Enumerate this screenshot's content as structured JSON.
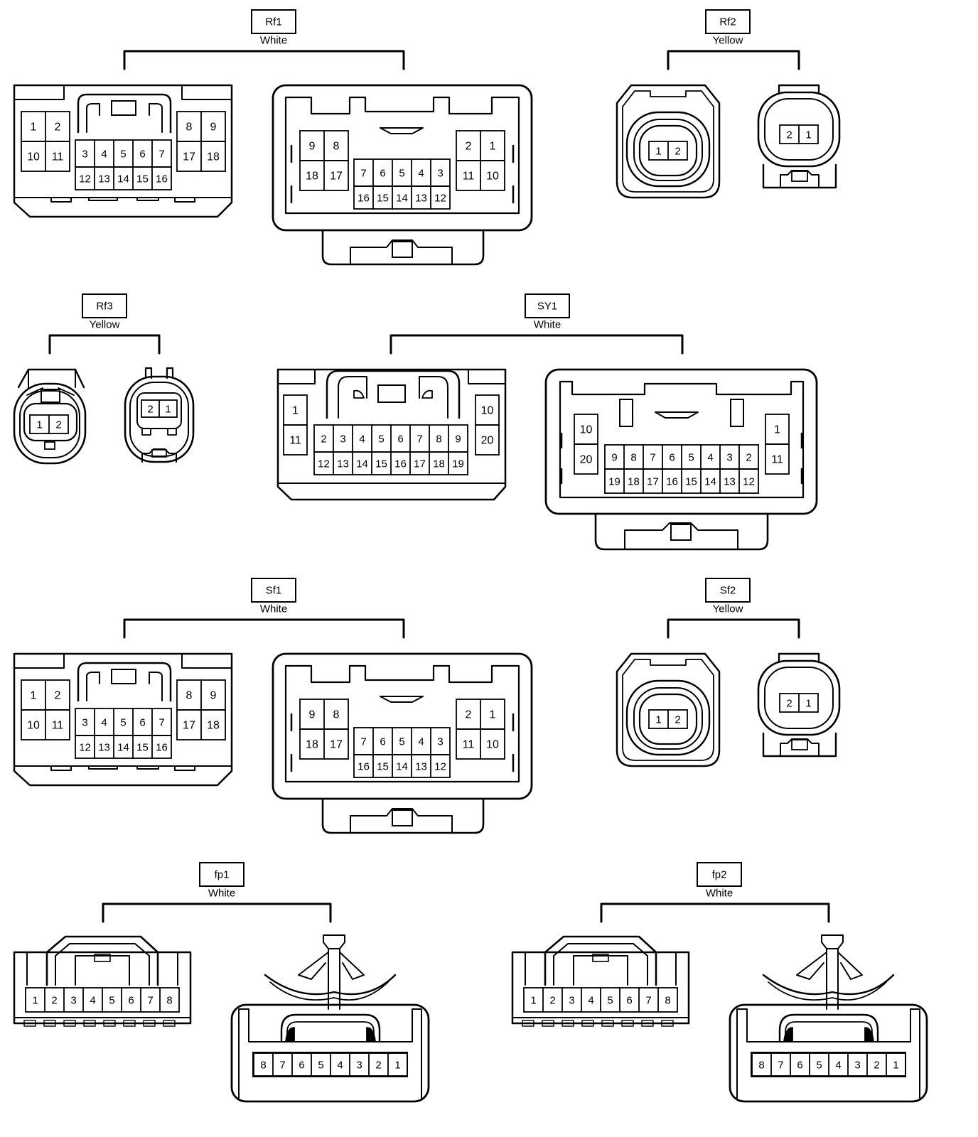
{
  "connectors": [
    {
      "id": "rf1",
      "label": "Rf1",
      "color": "White",
      "female": [
        [
          "1",
          "2"
        ],
        [
          "10",
          "11"
        ],
        [
          "3",
          "4",
          "5",
          "6",
          "7"
        ],
        [
          "12",
          "13",
          "14",
          "15",
          "16"
        ],
        [
          "8",
          "9"
        ],
        [
          "17",
          "18"
        ]
      ],
      "male": [
        [
          "9",
          "8"
        ],
        [
          "18",
          "17"
        ],
        [
          "7",
          "6",
          "5",
          "4",
          "3"
        ],
        [
          "16",
          "15",
          "14",
          "13",
          "12"
        ],
        [
          "2",
          "1"
        ],
        [
          "11",
          "10"
        ]
      ]
    },
    {
      "id": "rf2",
      "label": "Rf2",
      "color": "Yellow",
      "female": [
        [
          "1",
          "2"
        ]
      ],
      "male": [
        [
          "2",
          "1"
        ]
      ]
    },
    {
      "id": "rf3",
      "label": "Rf3",
      "color": "Yellow",
      "female": [
        [
          "1",
          "2"
        ]
      ],
      "male": [
        [
          "2",
          "1"
        ]
      ]
    },
    {
      "id": "sy1",
      "label": "SY1",
      "color": "White",
      "female": [
        [
          "1"
        ],
        [
          "11"
        ],
        [
          "2",
          "3",
          "4",
          "5",
          "6",
          "7",
          "8",
          "9"
        ],
        [
          "12",
          "13",
          "14",
          "15",
          "16",
          "17",
          "18",
          "19"
        ],
        [
          "10"
        ],
        [
          "20"
        ]
      ],
      "male": [
        [
          "10"
        ],
        [
          "20"
        ],
        [
          "9",
          "8",
          "7",
          "6",
          "5",
          "4",
          "3",
          "2"
        ],
        [
          "19",
          "18",
          "17",
          "16",
          "15",
          "14",
          "13",
          "12"
        ],
        [
          "1"
        ],
        [
          "11"
        ]
      ]
    },
    {
      "id": "sf1",
      "label": "Sf1",
      "color": "White",
      "female": [
        [
          "1",
          "2"
        ],
        [
          "10",
          "11"
        ],
        [
          "3",
          "4",
          "5",
          "6",
          "7"
        ],
        [
          "12",
          "13",
          "14",
          "15",
          "16"
        ],
        [
          "8",
          "9"
        ],
        [
          "17",
          "18"
        ]
      ],
      "male": [
        [
          "9",
          "8"
        ],
        [
          "18",
          "17"
        ],
        [
          "7",
          "6",
          "5",
          "4",
          "3"
        ],
        [
          "16",
          "15",
          "14",
          "13",
          "12"
        ],
        [
          "2",
          "1"
        ],
        [
          "11",
          "10"
        ]
      ]
    },
    {
      "id": "sf2",
      "label": "Sf2",
      "color": "Yellow",
      "female": [
        [
          "1",
          "2"
        ]
      ],
      "male": [
        [
          "2",
          "1"
        ]
      ]
    },
    {
      "id": "fp1",
      "label": "fp1",
      "color": "White",
      "female": [
        [
          "1",
          "2",
          "3",
          "4",
          "5",
          "6",
          "7",
          "8"
        ]
      ],
      "male": [
        [
          "8",
          "7",
          "6",
          "5",
          "4",
          "3",
          "2",
          "1"
        ]
      ]
    },
    {
      "id": "fp2",
      "label": "fp2",
      "color": "White",
      "female": [
        [
          "1",
          "2",
          "3",
          "4",
          "5",
          "6",
          "7",
          "8"
        ]
      ],
      "male": [
        [
          "8",
          "7",
          "6",
          "5",
          "4",
          "3",
          "2",
          "1"
        ]
      ]
    }
  ]
}
